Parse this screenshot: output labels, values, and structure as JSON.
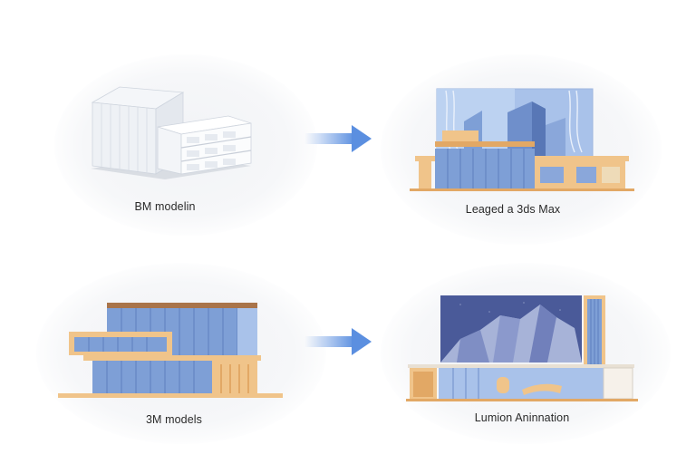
{
  "steps": [
    {
      "caption": "BM modelin",
      "illustration": "white-massing-model-icon"
    },
    {
      "caption": "Leaged a 3ds Max",
      "illustration": "rendered-facade-with-sky-backdrop-icon"
    },
    {
      "caption": "3M models",
      "illustration": "colored-building-model-icon"
    },
    {
      "caption": "Lumion Aninnation",
      "illustration": "building-with-mountain-backdrop-icon"
    }
  ],
  "arrows": [
    {
      "from": 0,
      "to": 1,
      "icon": "right-arrow-icon"
    },
    {
      "from": 2,
      "to": 3,
      "icon": "right-arrow-icon"
    }
  ],
  "colors": {
    "glass": "#7e9fd6",
    "glass_light": "#a9c2ea",
    "frame": "#f0c48a",
    "frame_dark": "#e2a865",
    "roof": "#a9744a",
    "arrow": "#5b8fe0"
  }
}
